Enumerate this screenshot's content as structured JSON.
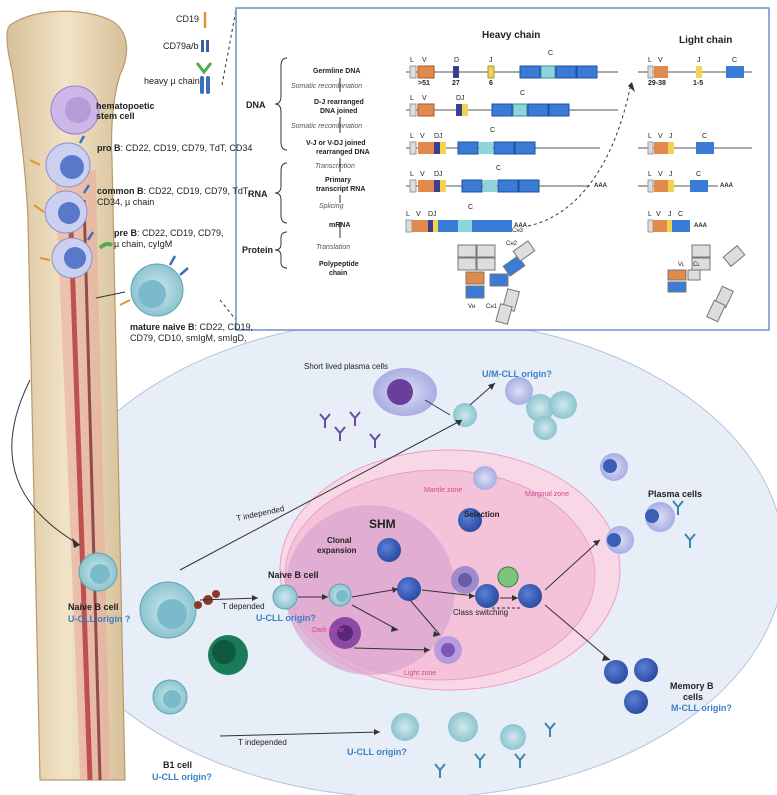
{
  "legend": {
    "cd19": "CD19",
    "cd79": "CD79a/b",
    "heavy_mu": "heavy µ chain"
  },
  "bone": {
    "hsc": "hematopoetic stem cell",
    "pro_b_name": "pro B",
    "pro_b_markers": ": CD22, CD19, CD79, TdT, CD34",
    "common_b_name": "common B",
    "common_b_markers_1": ": CD22, CD19, CD79, TdT,",
    "common_b_markers_2": "CD34, µ chain",
    "pre_b_name": "pre B",
    "pre_b_markers_1": ": CD22, CD19, CD79,",
    "pre_b_markers_2": "µ chain, cyIgM",
    "mature_name": "mature naive B",
    "mature_markers_1": ": CD22, CD19,",
    "mature_markers_2": "CD79, CD10, smIgM, smIgD,"
  },
  "vdj": {
    "heavy_title": "Heavy chain",
    "light_title": "Light chain",
    "dna": "DNA",
    "rna": "RNA",
    "protein": "Protein",
    "germline": "Germline DNA",
    "somatic1": "Somatic recombination",
    "dj_1": "D-J rearranged",
    "dj_2": "DNA joined",
    "somatic2": "Somatic recombination",
    "vj_1": "V-J or V-DJ joined",
    "vj_2": "rearranged DNA",
    "transcription": "Transcription",
    "primary_1": "Primary",
    "primary_2": "transcript RNA",
    "splicing": "Splicing",
    "mrna": "mRNA",
    "translation": "Translation",
    "poly_1": "Polypeptide",
    "poly_2": "chain",
    "L": "L",
    "V": "V",
    "D": "D",
    "J": "J",
    "C": "C",
    "DJ": "DJ",
    "n_v": ">51",
    "n_d": "27",
    "n_j": "6",
    "n_lv": "29-38",
    "n_lj": "1-5",
    "aaa": "AAA",
    "ch3": "Cʜ3",
    "ch2": "Cʜ2",
    "ch1": "Cʜ1",
    "vh": "Vʜ",
    "vl": "Vʟ",
    "cl": "Cʟ"
  },
  "gc": {
    "short_lived": "Short lived plasma cells",
    "umcll": "U/M-CLL origin?",
    "mantle": "Mantle zone",
    "marginal": "Marginal zone",
    "t_indep_1": "T independed",
    "naive_b_cell": "Naive B cell",
    "naive_ucll": "U-CLL origin ?",
    "t_depended": "T depended",
    "naive_b_2": "Naive B cell",
    "ucll_2": "U-CLL origin?",
    "shm": "SHM",
    "clonal_1": "Clonal",
    "clonal_2": "expansion",
    "selection": "Selection",
    "class_switch": "Class switching",
    "dark_zone": "Dark zone",
    "light_zone": "Light zone",
    "plasma": "Plasma cells",
    "memory_1": "Memory B",
    "memory_2": "cells",
    "mcll": "M-CLL origin?",
    "t_indep_2": "T independed",
    "b1": "B1 cell",
    "b1_ucll": "U-CLL origin?",
    "ucll_3": "U-CLL origin?"
  },
  "colors": {
    "blue": "#3b7fc4",
    "pink": "#d0488a",
    "orange": "#e08a4e",
    "gene_blue": "#3a7bd5",
    "gene_cyan": "#8fd3dc"
  }
}
